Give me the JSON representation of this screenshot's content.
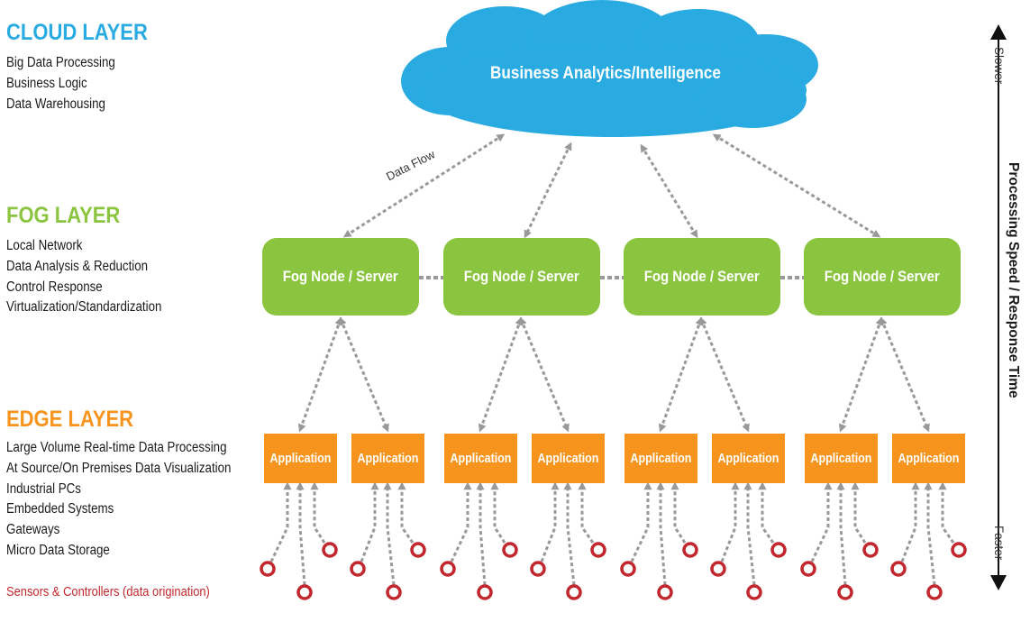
{
  "cloud_layer": {
    "title": "CLOUD LAYER",
    "color": "#29abe2",
    "items": [
      "Big Data Processing",
      "Business Logic",
      "Data Warehousing"
    ]
  },
  "fog_layer": {
    "title": "FOG LAYER",
    "color": "#8bc53f",
    "items": [
      "Local Network",
      "Data Analysis & Reduction",
      "Control Response",
      "Virtualization/Standardization"
    ]
  },
  "edge_layer": {
    "title": "EDGE LAYER",
    "color": "#f7941d",
    "items": [
      "Large Volume Real-time Data Processing",
      "At Source/On Premises Data Visualization",
      "Industrial PCs",
      "Embedded Systems",
      "Gateways",
      "Micro Data Storage"
    ]
  },
  "sensors_label": "Sensors & Controllers (data origination)",
  "sensor_color": "#c1272d",
  "cloud_label": "Business Analytics/Intelligence",
  "data_flow_label": "Data Flow",
  "fog_nodes": [
    "Fog Node / Server",
    "Fog Node / Server",
    "Fog Node / Server",
    "Fog Node / Server"
  ],
  "applications": [
    "Application",
    "Application",
    "Application",
    "Application",
    "Application",
    "Application",
    "Application",
    "Application"
  ],
  "axis": {
    "title": "Processing Speed / Response Time",
    "top_label": "Slower",
    "bottom_label": "Faster"
  },
  "arrow_color": "#999999"
}
